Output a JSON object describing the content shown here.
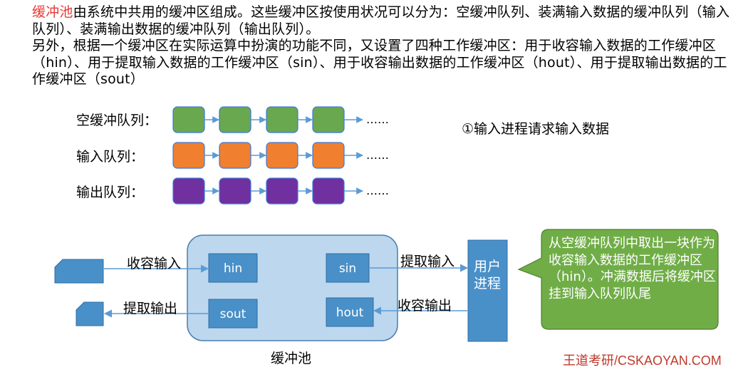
{
  "intro": {
    "term": "缓冲池",
    "line1_rest": "由系统中共用的缓冲区组成。这些缓冲区按使用状况可以分为：空缓冲队列、装满输入数据的缓冲队列（输入队列）、装满输出数据的缓冲队列（输出队列）。",
    "line2": "另外，根据一个缓冲区在实际运算中扮演的功能不同，又设置了四种工作缓冲区：用于收容输入数据的工作缓冲区（hin）、用于提取输入数据的工作缓冲区（sin）、用于收容输出数据的工作缓冲区（hout）、用于提取输出数据的工作缓冲区（sout）"
  },
  "queues": [
    {
      "label": "空缓冲队列：",
      "color": "#6aa84f",
      "border": "#3c78d8",
      "ellipsis": "……"
    },
    {
      "label": "输入队列：",
      "color": "#f08030",
      "border": "#3c78d8",
      "ellipsis": "……"
    },
    {
      "label": "输出队列：",
      "color": "#7030a0",
      "border": "#3c78d8",
      "ellipsis": "……"
    }
  ],
  "annotation": "①输入进程请求输入数据",
  "pool": {
    "label": "缓冲池",
    "buffers": {
      "hin": "hin",
      "sin": "sin",
      "sout": "sout",
      "hout": "hout"
    }
  },
  "flows": {
    "collect_input": "收容输入",
    "extract_output": "提取输出",
    "extract_input": "提取输入",
    "collect_output": "收容输出"
  },
  "user_process": "用户进程",
  "callout": "从空缓冲队列中取出一块作为收容输入数据的工作缓冲区（hin）。冲满数据后将缓冲区挂到输入队列队尾",
  "watermark": "王道考研/CSKAOYAN.COM",
  "colors": {
    "accent_red": "#e53935",
    "pool_fill": "#bdd7ee",
    "buffer_fill": "#4a90c8",
    "callout_fill": "#70ad47",
    "arrow": "#5b9bd5"
  }
}
